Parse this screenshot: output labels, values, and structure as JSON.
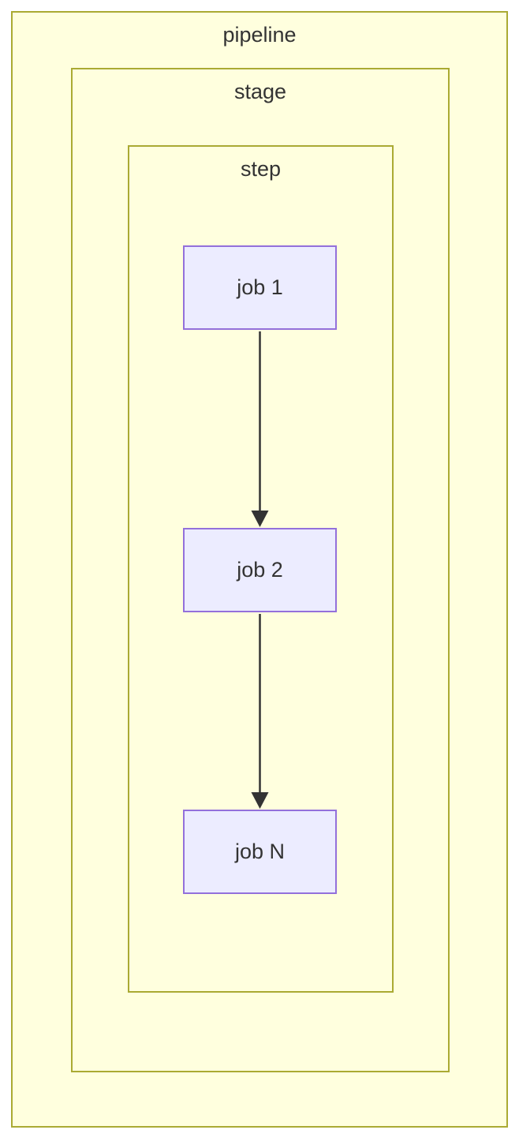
{
  "diagram": {
    "type": "flowchart",
    "direction": "top-down",
    "containers": [
      {
        "id": "pipeline",
        "label": "pipeline"
      },
      {
        "id": "stage",
        "label": "stage",
        "parent": "pipeline"
      },
      {
        "id": "step",
        "label": "step",
        "parent": "stage"
      }
    ],
    "nodes": [
      {
        "id": "job1",
        "label": "job 1",
        "container": "step"
      },
      {
        "id": "job2",
        "label": "job 2",
        "container": "step"
      },
      {
        "id": "jobN",
        "label": "job N",
        "container": "step"
      }
    ],
    "edges": [
      {
        "from": "job 1",
        "to": "job 2",
        "style": "arrow"
      },
      {
        "from": "job 2",
        "to": "job N",
        "style": "arrow"
      }
    ],
    "colors": {
      "subgraph_fill": "#ffffde",
      "subgraph_border": "#aaaa33",
      "node_fill": "#ececff",
      "node_border": "#9370db",
      "text": "#333333",
      "arrow": "#333333",
      "canvas_bg": "#ffffff"
    }
  }
}
